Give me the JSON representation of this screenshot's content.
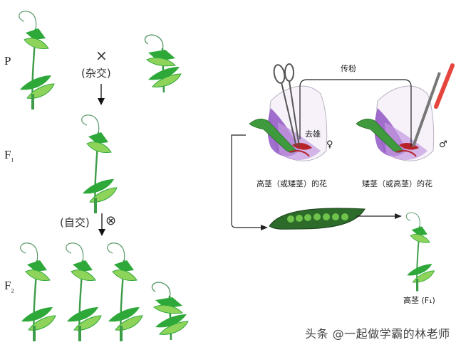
{
  "left_diagram": {
    "generations": [
      {
        "label": "P",
        "sub": ""
      },
      {
        "label": "F",
        "sub": "1"
      },
      {
        "label": "F",
        "sub": "2"
      }
    ],
    "cross_symbol": "×",
    "cross_label": "(杂交)",
    "self_label": "(自交)",
    "self_symbol": "⊗"
  },
  "right_diagram": {
    "pollination_label": "传粉",
    "emasculation_label": "去雄",
    "female_symbol": "♀",
    "male_symbol": "♂",
    "flower_left_caption": "高茎（或矮茎）的花",
    "flower_right_caption": "矮茎（或高茎）的花",
    "offspring_caption": "高茎 (F₁)"
  },
  "colors": {
    "leaf_dark": "#2fa83a",
    "leaf_light": "#8ed45a",
    "stem": "#3c9c48",
    "flower_purple": "#8a4bc0",
    "pod_green": "#2c6b2a",
    "pea_green": "#6fc24a",
    "brush_red": "#e5453c"
  },
  "watermark": "头条 @一起做学霸的林老师"
}
